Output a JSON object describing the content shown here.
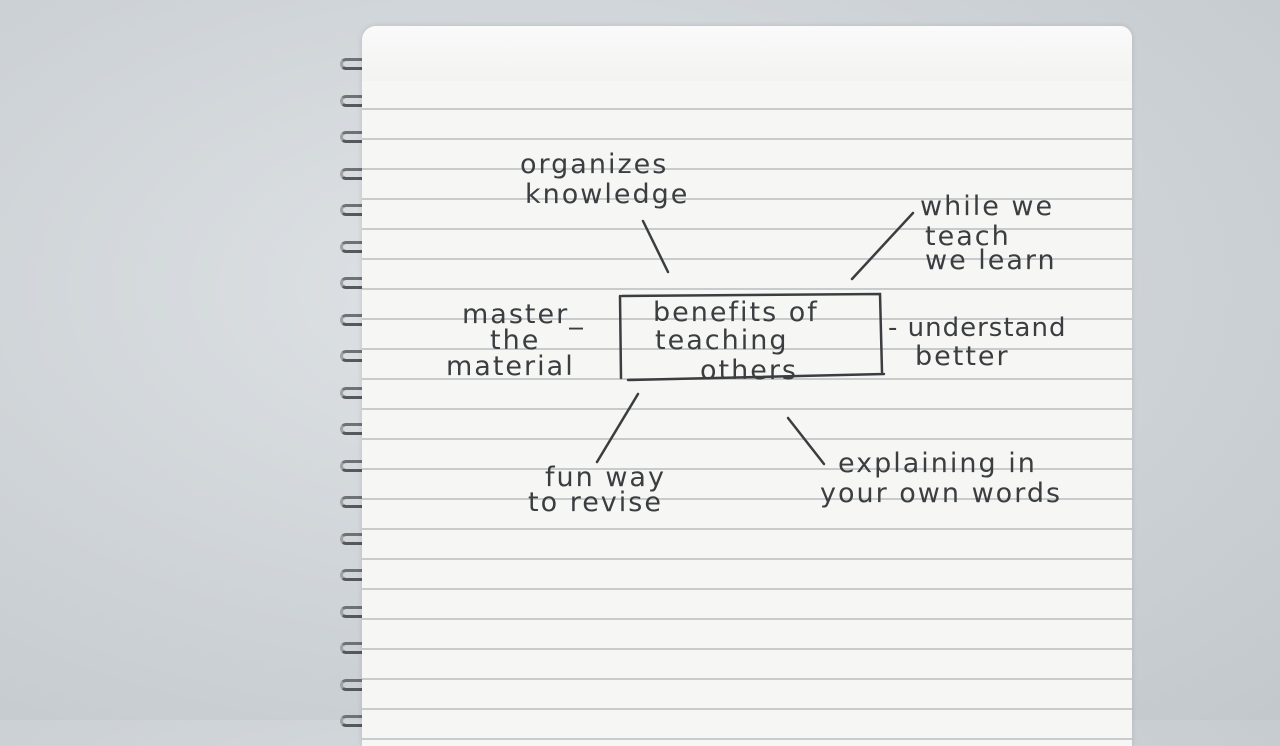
{
  "mind_map": {
    "center": [
      "benefits of",
      "teaching",
      "others"
    ],
    "nodes": {
      "organizes": [
        "organizes",
        "knowledge"
      ],
      "while_we_teach": [
        "while we",
        "teach",
        "we learn"
      ],
      "master": [
        "master_",
        "the",
        "material"
      ],
      "understand": [
        "- understand",
        "better"
      ],
      "fun_way": [
        "fun way",
        "to revise"
      ],
      "explaining": [
        "explaining in",
        "your own words"
      ]
    }
  },
  "colors": {
    "ink": "#3b3d40",
    "paper": "#f6f6f4",
    "rule": "#b9bcbf",
    "background": "#cdd2d6"
  }
}
